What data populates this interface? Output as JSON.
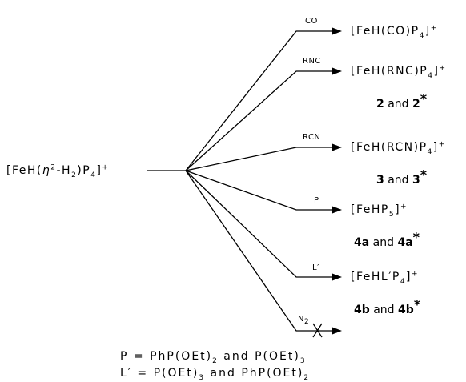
{
  "reactant": {
    "a": "[FeH(",
    "eta": "η",
    "eta_sup": "2",
    "b": "-H",
    "h_sub": "2",
    "c": ")P",
    "p_sub": "4",
    "d": "]",
    "charge": "+"
  },
  "branches": [
    {
      "reagent": {
        "a": "CO"
      },
      "product": {
        "a": "[FeH(CO)P",
        "sub": "4",
        "b": "]",
        "charge": "+"
      }
    },
    {
      "reagent": {
        "a": "RNC"
      },
      "product": {
        "a": "[FeH(RNC)P",
        "sub": "4",
        "b": "]",
        "charge": "+"
      },
      "compounds": {
        "n1": "2",
        "and": " and ",
        "n2": "2",
        "star": "*"
      }
    },
    {
      "reagent": {
        "a": "RCN"
      },
      "product": {
        "a": "[FeH(RCN)P",
        "sub": "4",
        "b": "]",
        "charge": "+"
      },
      "compounds": {
        "n1": "3",
        "and": " and ",
        "n2": "3",
        "star": "*"
      }
    },
    {
      "reagent": {
        "a": "P"
      },
      "product": {
        "a": "[FeHP",
        "sub": "5",
        "b": "]",
        "charge": "+"
      },
      "compounds": {
        "n1": "4a",
        "and": " and ",
        "n2": "4a",
        "star": "*"
      }
    },
    {
      "reagent": {
        "a": "L′"
      },
      "product": {
        "a": "[FeHL′P",
        "sub": "4",
        "b": "]",
        "charge": "+"
      },
      "compounds": {
        "n1": "4b",
        "and": " and ",
        "n2": "4b",
        "star": "*"
      }
    },
    {
      "reagent": {
        "a": "N",
        "sub": "2"
      },
      "no_reaction": true
    }
  ],
  "definitions": [
    {
      "a": "P = PhP(OEt)",
      "s1": "2",
      "b": " and P(OEt)",
      "s2": "3"
    },
    {
      "a": "L′ = P(OEt)",
      "s1": "3",
      "b": " and PhP(OEt)",
      "s2": "2"
    }
  ]
}
